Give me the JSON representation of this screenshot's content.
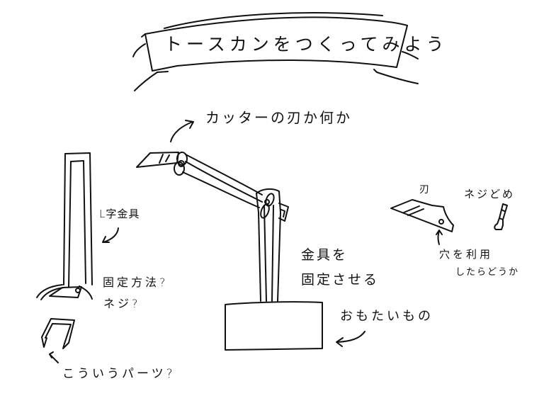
{
  "banner": {
    "title": "トースカンをつくってみよう"
  },
  "annotations": {
    "cutter_blade": "カッターの刃か何か",
    "l_bracket": "L字金具",
    "fixing_method": "固定方法?",
    "screw_question": "ネジ?",
    "parts_question": "こういうパーツ?",
    "fix_metal_line1": "金具を",
    "fix_metal_line2": "固定させる",
    "heavy_object": "おもたいもの",
    "blade_label": "刃",
    "screw_stopper": "ネジどめ",
    "use_hole_line1": "穴を利用",
    "use_hole_line2": "したらどうか"
  },
  "drawing": {
    "stroke_color": "#111111",
    "paper_color": "#ffffff"
  }
}
